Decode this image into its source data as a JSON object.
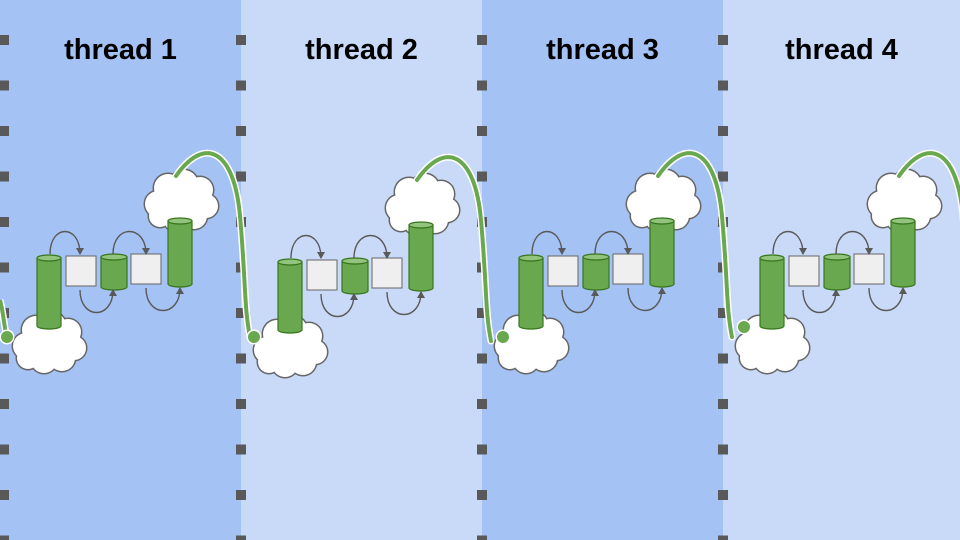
{
  "threads": [
    {
      "title": "thread 1"
    },
    {
      "title": "thread 2"
    },
    {
      "title": "thread 3"
    },
    {
      "title": "thread 4"
    }
  ],
  "colors": {
    "panel_dark": "#a4c2f4",
    "panel_light": "#c9daf8",
    "divider_mark": "#595959",
    "cylinder": "#6aa84f",
    "cylinder_top": "#93c47d",
    "cylinder_outline": "#38761d",
    "box_fill": "#efefef",
    "box_outline": "#666666",
    "arrow": "#595959",
    "thread_line": "#6aa84f",
    "cloud_fill": "#ffffff",
    "cloud_outline": "#666666"
  }
}
